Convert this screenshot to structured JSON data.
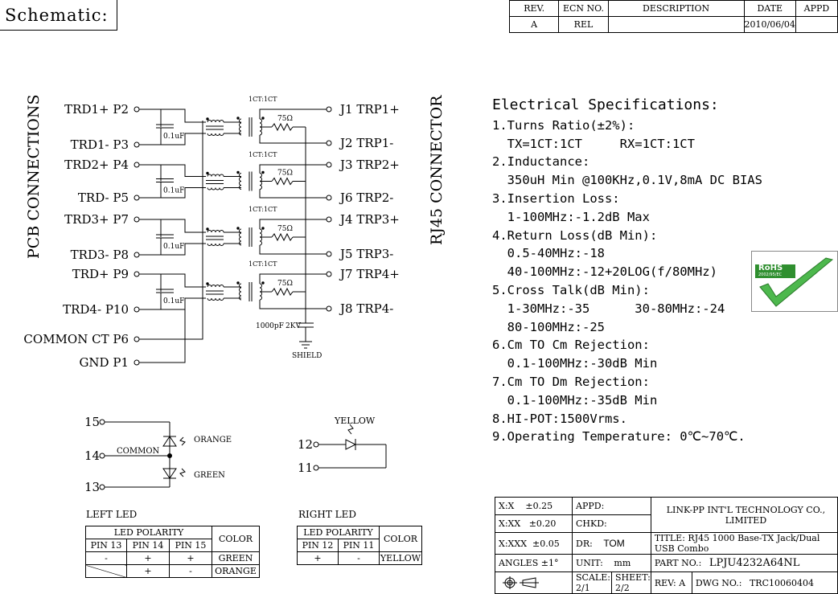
{
  "header": {
    "schematic_label": "Schematic:"
  },
  "revision": {
    "headers": [
      "REV.",
      "ECN NO.",
      "DESCRIPTION",
      "DATE",
      "APPD"
    ],
    "row": [
      "A",
      "REL",
      "",
      "2010/06/04",
      ""
    ]
  },
  "side_labels": {
    "left": "PCB CONNECTIONS",
    "right": "RJ45 CONNECTOR"
  },
  "schematic": {
    "left_pins": [
      "TRD1+ P2",
      "TRD1- P3",
      "TRD2+ P4",
      "TRD- P5",
      "TRD3+ P7",
      "TRD3- P8",
      "TRD+ P9",
      "TRD4- P10",
      "COMMON CT P6",
      "GND P1"
    ],
    "right_pins": [
      "J1 TRP1+",
      "J2 TRP1-",
      "J3 TRP2+",
      "J6 TRP2-",
      "J4 TRP3+",
      "J5 TRP3-",
      "J7 TRP4+",
      "J8 TRP4-"
    ],
    "ratio_label": "1CT:1CT",
    "cap_label": "0.1uF",
    "res_label": "75Ω",
    "shield_cap_value": "1000pF",
    "shield_cap_voltage": "2KV",
    "shield_label": "SHIELD"
  },
  "spec": {
    "title": "Electrical Specifications:",
    "lines": [
      "1.Turns Ratio(±2%):",
      "  TX=1CT:1CT     RX=1CT:1CT",
      "2.Inductance:",
      "  350uH Min @100KHz,0.1V,8mA DC BIAS",
      "3.Insertion Loss:",
      "  1-100MHz:-1.2dB Max",
      "4.Return Loss(dB Min):",
      "  0.5-40MHz:-18",
      "  40-100MHz:-12+20LOG(f/80MHz)",
      "5.Cross Talk(dB Min):",
      "  1-30MHz:-35      30-80MHz:-24",
      "  80-100MHz:-25",
      "6.Cm TO Cm Rejection:",
      "  0.1-100MHz:-30dB Min",
      "7.Cm TO Dm Rejection:",
      "  0.1-100MHz:-35dB Min",
      "8.HI-POT:1500Vrms.",
      "9.Operating Temperature: 0℃~70℃."
    ]
  },
  "rohs": {
    "logo_text": "RoHS",
    "logo_sub": "2002/95/EC",
    "accent": "#3aa63a"
  },
  "left_led": {
    "pins": [
      "15",
      "14",
      "13"
    ],
    "common_label": "COMMON",
    "orange_label": "ORANGE",
    "green_label": "GREEN",
    "caption": "LEFT LED",
    "table": {
      "group_header": "LED POLARITY",
      "color_header": "COLOR",
      "columns": [
        "PIN 13",
        "PIN 14",
        "PIN 15"
      ],
      "rows": [
        {
          "cells": [
            "-",
            "+",
            "+"
          ],
          "color": "GREEN"
        },
        {
          "cells": [
            "",
            "+",
            "-"
          ],
          "color": "ORANGE"
        }
      ]
    }
  },
  "right_led": {
    "pins": [
      "12",
      "11"
    ],
    "yellow_label": "YELLOW",
    "caption": "RIGHT LED",
    "table": {
      "group_header": "LED POLARITY",
      "color_header": "COLOR",
      "columns": [
        "PIN 12",
        "PIN 11"
      ],
      "rows": [
        {
          "cells": [
            "+",
            "-"
          ],
          "color": "YELLOW"
        }
      ]
    }
  },
  "title_block": {
    "tol_x": "X:X    ±0.25",
    "tol_xx": "X:XX   ±0.20",
    "tol_xxx": "X:XXX  ±0.05",
    "angles": "ANGLES ±1°",
    "appd": "APPD:",
    "chkd": "CHKD:",
    "dr_label": "DR:",
    "dr_value": "TOM",
    "unit_label": "UNIT:",
    "unit_value": "mm",
    "company": "LINK-PP INT'L TECHNOLOGY CO., LIMITED",
    "title_label": "TITLE:",
    "title_value": "RJ45 1000 Base-TX Jack/Dual USB Combo",
    "part_label": "PART NO.:",
    "part_value": "LPJU4232A64NL",
    "scale_label": "SCALE:",
    "scale_value": "2/1",
    "sheet_label": "SHEET:",
    "sheet_value": "2/2",
    "rev_label": "REV:",
    "rev_value": "A",
    "dwg_label": "DWG NO.:",
    "dwg_value": "TRC10060404"
  }
}
